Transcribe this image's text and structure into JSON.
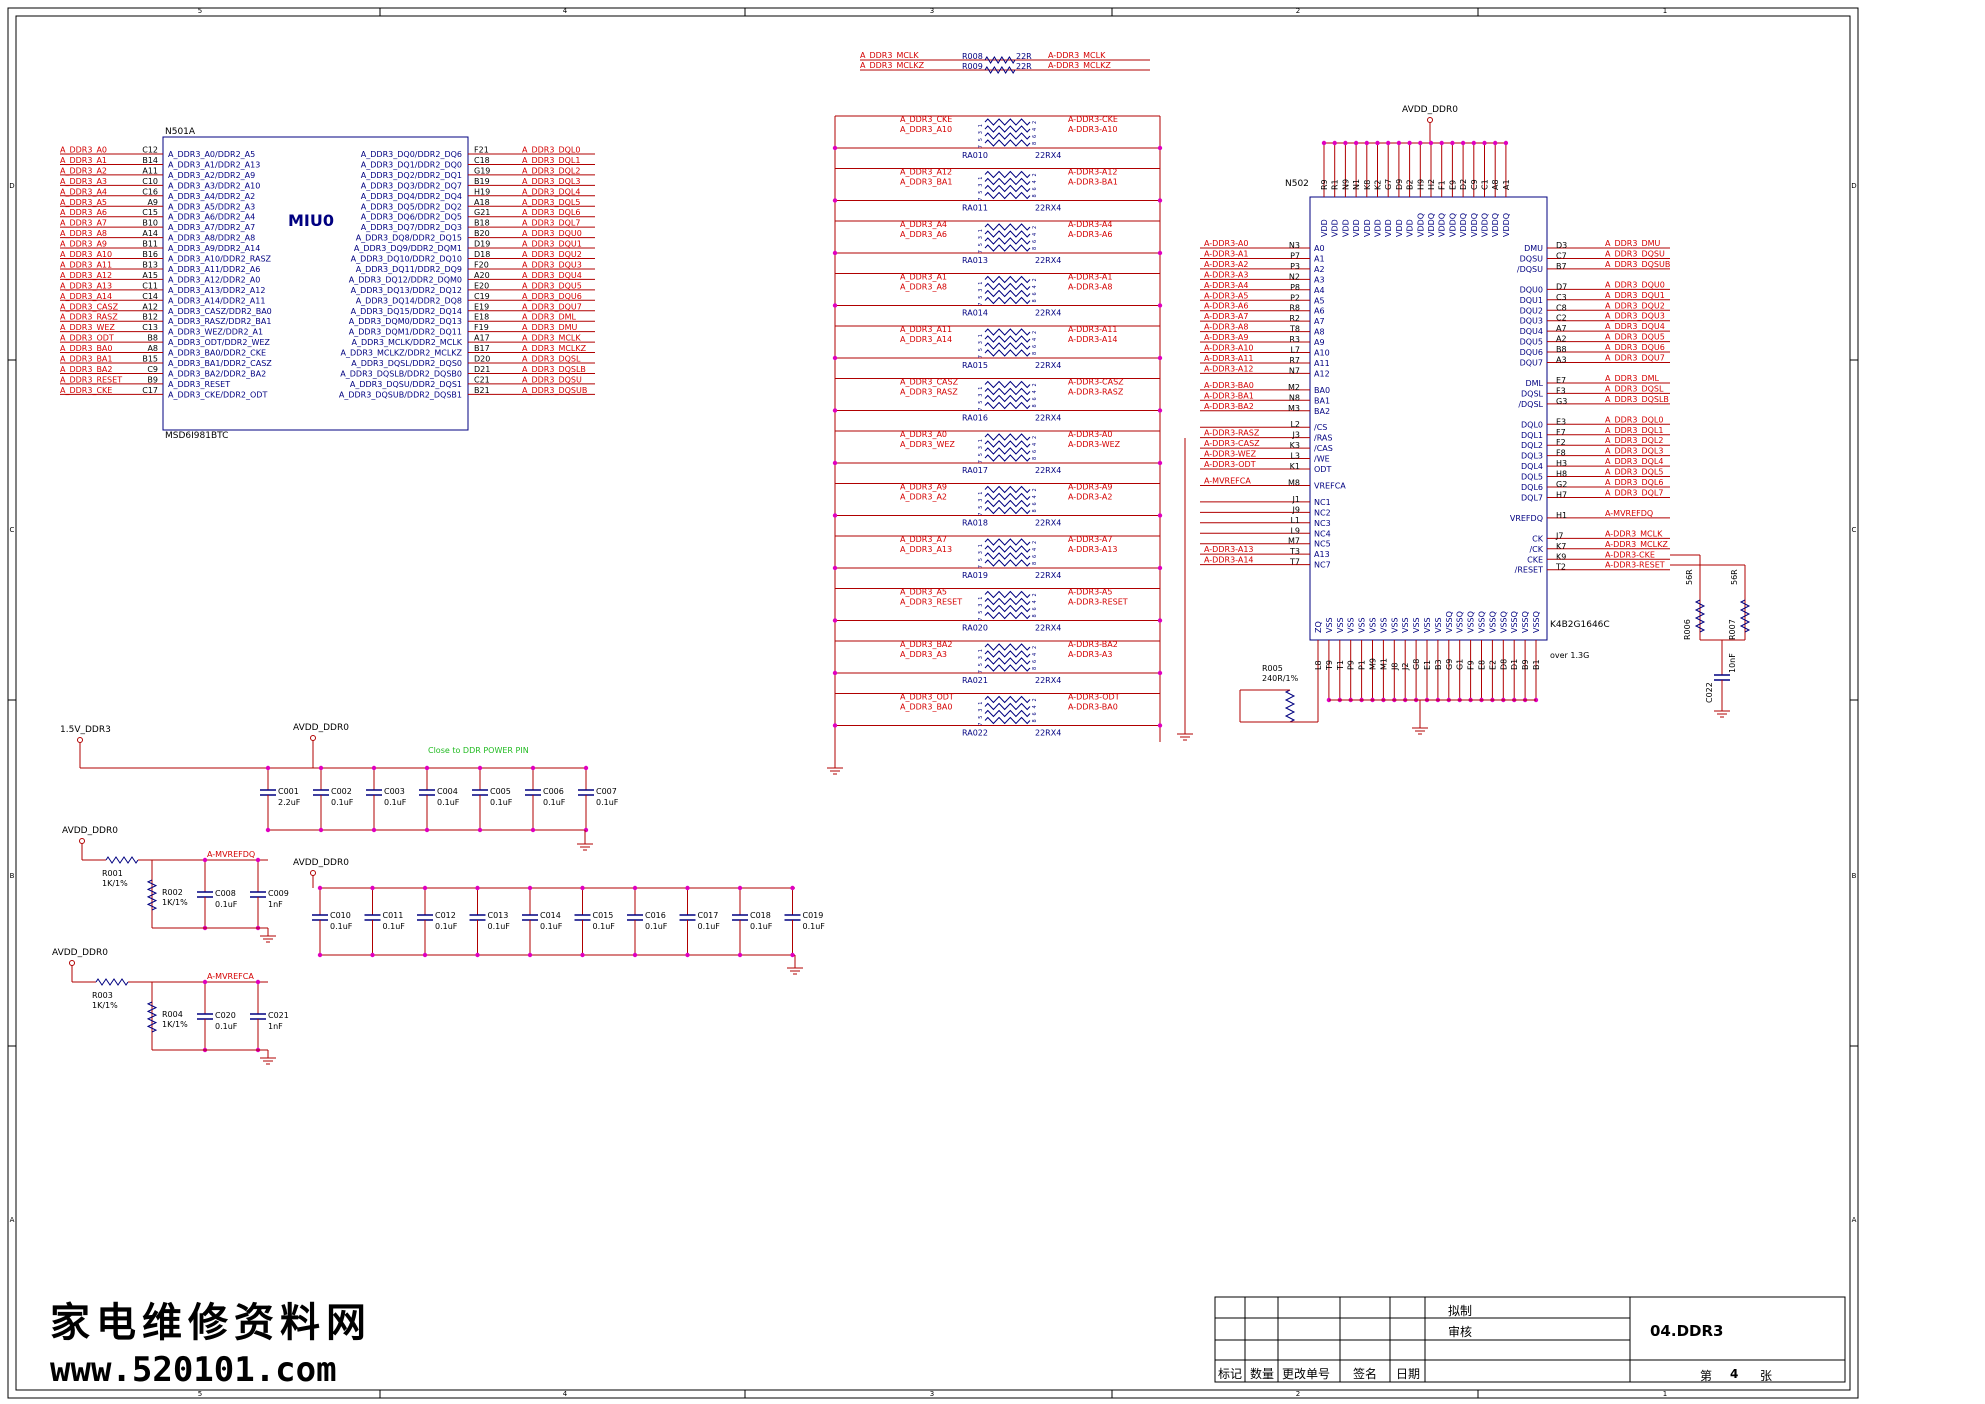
{
  "colors": {
    "net": "#d40000",
    "wire": "#b00000",
    "pin": "#000080",
    "dot": "#e000c0",
    "border": "#000000",
    "note": "#22bb22"
  },
  "border": {
    "cols": [
      "5",
      "4",
      "3",
      "2",
      "1"
    ],
    "rows": [
      "D",
      "C",
      "B",
      "A"
    ]
  },
  "n501": {
    "ref": "N501A",
    "part": "MSD6I981BTC",
    "title": "MIU0",
    "left": [
      {
        "net": "A_DDR3_A0",
        "ball": "C12",
        "pin": "A_DDR3_A0/DDR2_A5"
      },
      {
        "net": "A_DDR3_A1",
        "ball": "B14",
        "pin": "A_DDR3_A1/DDR2_A13"
      },
      {
        "net": "A_DDR3_A2",
        "ball": "A11",
        "pin": "A_DDR3_A2/DDR2_A9"
      },
      {
        "net": "A_DDR3_A3",
        "ball": "C10",
        "pin": "A_DDR3_A3/DDR2_A10"
      },
      {
        "net": "A_DDR3_A4",
        "ball": "C16",
        "pin": "A_DDR3_A4/DDR2_A2"
      },
      {
        "net": "A_DDR3_A5",
        "ball": "A9",
        "pin": "A_DDR3_A5/DDR2_A3"
      },
      {
        "net": "A_DDR3_A6",
        "ball": "C15",
        "pin": "A_DDR3_A6/DDR2_A4"
      },
      {
        "net": "A_DDR3_A7",
        "ball": "B10",
        "pin": "A_DDR3_A7/DDR2_A7"
      },
      {
        "net": "A_DDR3_A8",
        "ball": "A14",
        "pin": "A_DDR3_A8/DDR2_A8"
      },
      {
        "net": "A_DDR3_A9",
        "ball": "B11",
        "pin": "A_DDR3_A9/DDR2_A14"
      },
      {
        "net": "A_DDR3_A10",
        "ball": "B16",
        "pin": "A_DDR3_A10/DDR2_RASZ"
      },
      {
        "net": "A_DDR3_A11",
        "ball": "B13",
        "pin": "A_DDR3_A11/DDR2_A6"
      },
      {
        "net": "A_DDR3_A12",
        "ball": "A15",
        "pin": "A_DDR3_A12/DDR2_A0"
      },
      {
        "net": "A_DDR3_A13",
        "ball": "C11",
        "pin": "A_DDR3_A13/DDR2_A12"
      },
      {
        "net": "A_DDR3_A14",
        "ball": "C14",
        "pin": "A_DDR3_A14/DDR2_A11"
      },
      {
        "net": "A_DDR3_CASZ",
        "ball": "A12",
        "pin": "A_DDR3_CASZ/DDR2_BA0"
      },
      {
        "net": "A_DDR3_RASZ",
        "ball": "B12",
        "pin": "A_DDR3_RASZ/DDR2_BA1"
      },
      {
        "net": "A_DDR3_WEZ",
        "ball": "C13",
        "pin": "A_DDR3_WEZ/DDR2_A1"
      },
      {
        "net": "A_DDR3_ODT",
        "ball": "B8",
        "pin": "A_DDR3_ODT/DDR2_WEZ"
      },
      {
        "net": "A_DDR3_BA0",
        "ball": "A8",
        "pin": "A_DDR3_BA0/DDR2_CKE"
      },
      {
        "net": "A_DDR3_BA1",
        "ball": "B15",
        "pin": "A_DDR3_BA1/DDR2_CASZ"
      },
      {
        "net": "A_DDR3_BA2",
        "ball": "C9",
        "pin": "A_DDR3_BA2/DDR2_BA2"
      },
      {
        "net": "A_DDR3_RESET",
        "ball": "B9",
        "pin": "A_DDR3_RESET"
      },
      {
        "net": "A_DDR3_CKE",
        "ball": "C17",
        "pin": "A_DDR3_CKE/DDR2_ODT"
      }
    ],
    "right": [
      {
        "net": "A_DDR3_DQL0",
        "ball": "F21",
        "pin": "A_DDR3_DQ0/DDR2_DQ6"
      },
      {
        "net": "A_DDR3_DQL1",
        "ball": "C18",
        "pin": "A_DDR3_DQ1/DDR2_DQ0"
      },
      {
        "net": "A_DDR3_DQL2",
        "ball": "G19",
        "pin": "A_DDR3_DQ2/DDR2_DQ1"
      },
      {
        "net": "A_DDR3_DQL3",
        "ball": "B19",
        "pin": "A_DDR3_DQ3/DDR2_DQ7"
      },
      {
        "net": "A_DDR3_DQL4",
        "ball": "H19",
        "pin": "A_DDR3_DQ4/DDR2_DQ4"
      },
      {
        "net": "A_DDR3_DQL5",
        "ball": "A18",
        "pin": "A_DDR3_DQ5/DDR2_DQ2"
      },
      {
        "net": "A_DDR3_DQL6",
        "ball": "G21",
        "pin": "A_DDR3_DQ6/DDR2_DQ5"
      },
      {
        "net": "A_DDR3_DQL7",
        "ball": "B18",
        "pin": "A_DDR3_DQ7/DDR2_DQ3"
      },
      {
        "net": "A_DDR3_DQU0",
        "ball": "B20",
        "pin": "A_DDR3_DQ8/DDR2_DQ15"
      },
      {
        "net": "A_DDR3_DQU1",
        "ball": "D19",
        "pin": "A_DDR3_DQ9/DDR2_DQM1"
      },
      {
        "net": "A_DDR3_DQU2",
        "ball": "D18",
        "pin": "A_DDR3_DQ10/DDR2_DQ10"
      },
      {
        "net": "A_DDR3_DQU3",
        "ball": "F20",
        "pin": "A_DDR3_DQ11/DDR2_DQ9"
      },
      {
        "net": "A_DDR3_DQU4",
        "ball": "A20",
        "pin": "A_DDR3_DQ12/DDR2_DQM0"
      },
      {
        "net": "A_DDR3_DQU5",
        "ball": "E20",
        "pin": "A_DDR3_DQ13/DDR2_DQ12"
      },
      {
        "net": "A_DDR3_DQU6",
        "ball": "C19",
        "pin": "A_DDR3_DQ14/DDR2_DQ8"
      },
      {
        "net": "A_DDR3_DQU7",
        "ball": "E19",
        "pin": "A_DDR3_DQ15/DDR2_DQ14"
      },
      {
        "net": "A_DDR3_DML",
        "ball": "E18",
        "pin": "A_DDR3_DQM0/DDR2_DQ13"
      },
      {
        "net": "A_DDR3_DMU",
        "ball": "F19",
        "pin": "A_DDR3_DQM1/DDR2_DQ11"
      },
      {
        "net": "A_DDR3_MCLK",
        "ball": "A17",
        "pin": "A_DDR3_MCLK/DDR2_MCLK"
      },
      {
        "net": "A_DDR3_MCLKZ",
        "ball": "B17",
        "pin": "A_DDR3_MCLKZ/DDR2_MCLKZ"
      },
      {
        "net": "A_DDR3_DQSL",
        "ball": "D20",
        "pin": "A_DDR3_DQSL/DDR2_DQS0"
      },
      {
        "net": "A_DDR3_DQSLB",
        "ball": "D21",
        "pin": "A_DDR3_DQSLB/DDR2_DQSB0"
      },
      {
        "net": "A_DDR3_DQSU",
        "ball": "C21",
        "pin": "A_DDR3_DQSU/DDR2_DQS1"
      },
      {
        "net": "A_DDR3_DQSUB",
        "ball": "B21",
        "pin": "A_DDR3_DQSUB/DDR2_DQSB1"
      }
    ]
  },
  "clk": [
    {
      "inNet": "A_DDR3_MCLK",
      "ref": "R008",
      "val": "22R",
      "outNet": "A-DDR3_MCLK"
    },
    {
      "inNet": "A_DDR3_MCLKZ",
      "ref": "R009",
      "val": "22R",
      "outNet": "A-DDR3_MCLKZ"
    }
  ],
  "rpacks": [
    {
      "ref": "RA010",
      "val": "22RX4",
      "in": [
        "A_DDR3_CKE",
        "A_DDR3_A10"
      ],
      "out": [
        "A-DDR3-CKE",
        "A-DDR3-A10"
      ]
    },
    {
      "ref": "RA011",
      "val": "22RX4",
      "in": [
        "A_DDR3_A12",
        "A_DDR3_BA1"
      ],
      "out": [
        "A-DDR3-A12",
        "A-DDR3-BA1"
      ]
    },
    {
      "ref": "RA013",
      "val": "22RX4",
      "in": [
        "A_DDR3_A4",
        "A_DDR3_A6"
      ],
      "out": [
        "A-DDR3-A4",
        "A-DDR3-A6"
      ]
    },
    {
      "ref": "RA014",
      "val": "22RX4",
      "in": [
        "A_DDR3_A1",
        "A_DDR3_A8"
      ],
      "out": [
        "A-DDR3-A1",
        "A-DDR3-A8"
      ]
    },
    {
      "ref": "RA015",
      "val": "22RX4",
      "in": [
        "A_DDR3_A11",
        "A_DDR3_A14"
      ],
      "out": [
        "A-DDR3-A11",
        "A-DDR3-A14"
      ]
    },
    {
      "ref": "RA016",
      "val": "22RX4",
      "in": [
        "A_DDR3_CASZ",
        "A_DDR3_RASZ"
      ],
      "out": [
        "A-DDR3-CASZ",
        "A-DDR3-RASZ"
      ]
    },
    {
      "ref": "RA017",
      "val": "22RX4",
      "in": [
        "A_DDR3_A0",
        "A_DDR3_WEZ"
      ],
      "out": [
        "A-DDR3-A0",
        "A-DDR3-WEZ"
      ]
    },
    {
      "ref": "RA018",
      "val": "22RX4",
      "in": [
        "A_DDR3_A9",
        "A_DDR3_A2"
      ],
      "out": [
        "A-DDR3-A9",
        "A-DDR3-A2"
      ]
    },
    {
      "ref": "RA019",
      "val": "22RX4",
      "in": [
        "A_DDR3_A7",
        "A_DDR3_A13"
      ],
      "out": [
        "A-DDR3-A7",
        "A-DDR3-A13"
      ]
    },
    {
      "ref": "RA020",
      "val": "22RX4",
      "in": [
        "A_DDR3_A5",
        "A_DDR3_RESET"
      ],
      "out": [
        "A-DDR3-A5",
        "A-DDR3-RESET"
      ]
    },
    {
      "ref": "RA021",
      "val": "22RX4",
      "in": [
        "A_DDR3_BA2",
        "A_DDR3_A3"
      ],
      "out": [
        "A-DDR3-BA2",
        "A-DDR3-A3"
      ]
    },
    {
      "ref": "RA022",
      "val": "22RX4",
      "in": [
        "A_DDR3_ODT",
        "A_DDR3_BA0"
      ],
      "out": [
        "A-DDR3-ODT",
        "A-DDR3-BA0"
      ]
    }
  ],
  "n502": {
    "ref": "N502",
    "part": "K4B2G1646C",
    "note": "over 1.3G",
    "supply": "AVDD_DDR0",
    "topBalls": [
      "R9",
      "R1",
      "N9",
      "N1",
      "K8",
      "K2",
      "G7",
      "D9",
      "B2",
      "H9",
      "H2",
      "F1",
      "E9",
      "D2",
      "C9",
      "C1",
      "A8",
      "A1"
    ],
    "topPins": [
      "VDD",
      "VDD",
      "VDD",
      "VDD",
      "VDD",
      "VDD",
      "VDD",
      "VDD",
      "VDD",
      "VDDQ",
      "VDDQ",
      "VDDQ",
      "VDDQ",
      "VDDQ",
      "VDDQ",
      "VDDQ",
      "VDDQ",
      "VDDQ"
    ],
    "botBalls": [
      "L8",
      "T9",
      "T1",
      "P9",
      "P1",
      "M9",
      "M1",
      "J8",
      "J2",
      "G8",
      "E1",
      "B3",
      "G9",
      "G1",
      "F9",
      "E8",
      "E2",
      "D8",
      "D1",
      "B9",
      "B1"
    ],
    "botPins": [
      "ZQ",
      "VSS",
      "VSS",
      "VSS",
      "VSS",
      "VSS",
      "VSS",
      "VSS",
      "VSS",
      "VSS",
      "VSS",
      "VSS",
      "VSSQ",
      "VSSQ",
      "VSSQ",
      "VSSQ",
      "VSSQ",
      "VSSQ",
      "VSSQ",
      "VSSQ",
      "VSSQ"
    ],
    "left": [
      {
        "net": "A-DDR3-A0",
        "ball": "N3",
        "pin": "A0"
      },
      {
        "net": "A-DDR3-A1",
        "ball": "P7",
        "pin": "A1"
      },
      {
        "net": "A-DDR3-A2",
        "ball": "P3",
        "pin": "A2"
      },
      {
        "net": "A-DDR3-A3",
        "ball": "N2",
        "pin": "A3"
      },
      {
        "net": "A-DDR3-A4",
        "ball": "P8",
        "pin": "A4"
      },
      {
        "net": "A-DDR3-A5",
        "ball": "P2",
        "pin": "A5"
      },
      {
        "net": "A-DDR3-A6",
        "ball": "R8",
        "pin": "A6"
      },
      {
        "net": "A-DDR3-A7",
        "ball": "R2",
        "pin": "A7"
      },
      {
        "net": "A-DDR3-A8",
        "ball": "T8",
        "pin": "A8"
      },
      {
        "net": "A-DDR3-A9",
        "ball": "R3",
        "pin": "A9"
      },
      {
        "net": "A-DDR3-A10",
        "ball": "L7",
        "pin": "A10"
      },
      {
        "net": "A-DDR3-A11",
        "ball": "R7",
        "pin": "A11"
      },
      {
        "net": "A-DDR3-A12",
        "ball": "N7",
        "pin": "A12"
      },
      {
        "net": "A-DDR3-BA0",
        "ball": "M2",
        "pin": "BA0",
        "gap": true
      },
      {
        "net": "A-DDR3-BA1",
        "ball": "N8",
        "pin": "BA1"
      },
      {
        "net": "A-DDR3-BA2",
        "ball": "M3",
        "pin": "BA2"
      },
      {
        "net": "",
        "ball": "L2",
        "pin": "/CS",
        "gap": true
      },
      {
        "net": "A-DDR3-RASZ",
        "ball": "J3",
        "pin": "/RAS"
      },
      {
        "net": "A-DDR3-CASZ",
        "ball": "K3",
        "pin": "/CAS"
      },
      {
        "net": "A-DDR3-WEZ",
        "ball": "L3",
        "pin": "/WE"
      },
      {
        "net": "A-DDR3-ODT",
        "ball": "K1",
        "pin": "ODT"
      },
      {
        "net": "A-MVREFCA",
        "ball": "M8",
        "pin": "VREFCA",
        "gap": true
      },
      {
        "net": "",
        "ball": "J1",
        "pin": "NC1",
        "gap": true
      },
      {
        "net": "",
        "ball": "J9",
        "pin": "NC2"
      },
      {
        "net": "",
        "ball": "L1",
        "pin": "NC3"
      },
      {
        "net": "",
        "ball": "L9",
        "pin": "NC4"
      },
      {
        "net": "",
        "ball": "M7",
        "pin": "NC5"
      },
      {
        "net": "A-DDR3-A13",
        "ball": "T3",
        "pin": "A13"
      },
      {
        "net": "A-DDR3-A14",
        "ball": "T7",
        "pin": "NC7"
      }
    ],
    "right": [
      {
        "net": "A_DDR3_DMU",
        "ball": "D3",
        "pin": "DMU"
      },
      {
        "net": "A_DDR3_DQSU",
        "ball": "C7",
        "pin": "DQSU"
      },
      {
        "net": "A_DDR3_DQSUB",
        "ball": "B7",
        "pin": "/DQSU"
      },
      {
        "net": "A_DDR3_DQU0",
        "ball": "D7",
        "pin": "DQU0",
        "gap": true
      },
      {
        "net": "A_DDR3_DQU1",
        "ball": "C3",
        "pin": "DQU1"
      },
      {
        "net": "A_DDR3_DQU2",
        "ball": "C8",
        "pin": "DQU2"
      },
      {
        "net": "A_DDR3_DQU3",
        "ball": "C2",
        "pin": "DQU3"
      },
      {
        "net": "A_DDR3_DQU4",
        "ball": "A7",
        "pin": "DQU4"
      },
      {
        "net": "A_DDR3_DQU5",
        "ball": "A2",
        "pin": "DQU5"
      },
      {
        "net": "A_DDR3_DQU6",
        "ball": "B8",
        "pin": "DQU6"
      },
      {
        "net": "A_DDR3_DQU7",
        "ball": "A3",
        "pin": "DQU7"
      },
      {
        "net": "A_DDR3_DML",
        "ball": "E7",
        "pin": "DML",
        "gap": true
      },
      {
        "net": "A_DDR3_DQSL",
        "ball": "F3",
        "pin": "DQSL"
      },
      {
        "net": "A_DDR3_DQSLB",
        "ball": "G3",
        "pin": "/DQSL"
      },
      {
        "net": "A_DDR3_DQL0",
        "ball": "E3",
        "pin": "DQL0",
        "gap": true
      },
      {
        "net": "A_DDR3_DQL1",
        "ball": "F7",
        "pin": "DQL1"
      },
      {
        "net": "A_DDR3_DQL2",
        "ball": "F2",
        "pin": "DQL2"
      },
      {
        "net": "A_DDR3_DQL3",
        "ball": "F8",
        "pin": "DQL3"
      },
      {
        "net": "A_DDR3_DQL4",
        "ball": "H3",
        "pin": "DQL4"
      },
      {
        "net": "A_DDR3_DQL5",
        "ball": "H8",
        "pin": "DQL5"
      },
      {
        "net": "A_DDR3_DQL6",
        "ball": "G2",
        "pin": "DQL6"
      },
      {
        "net": "A_DDR3_DQL7",
        "ball": "H7",
        "pin": "DQL7"
      },
      {
        "net": "A-MVREFDQ",
        "ball": "H1",
        "pin": "VREFDQ",
        "gap": true
      },
      {
        "net": "A-DDR3_MCLK",
        "ball": "J7",
        "pin": "CK",
        "gap": true
      },
      {
        "net": "A-DDR3_MCLKZ",
        "ball": "K7",
        "pin": "/CK"
      },
      {
        "net": "A-DDR3-CKE",
        "ball": "K9",
        "pin": "CKE"
      },
      {
        "net": "A-DDR3-RESET",
        "ball": "T2",
        "pin": "/RESET"
      }
    ],
    "zq": {
      "ref": "R005",
      "val": "240R/1%"
    },
    "term": [
      {
        "ref": "R006",
        "val": "56R"
      },
      {
        "ref": "R007",
        "val": "56R"
      }
    ],
    "termCap": {
      "ref": "C022",
      "val": "10nF"
    }
  },
  "decouple": {
    "rail1": "1.5V_DDR3",
    "rail2": "AVDD_DDR0",
    "note": "Close to DDR POWER PIN",
    "row1": [
      {
        "ref": "C001",
        "val": "2.2uF"
      },
      {
        "ref": "C002",
        "val": "0.1uF"
      },
      {
        "ref": "C003",
        "val": "0.1uF"
      },
      {
        "ref": "C004",
        "val": "0.1uF"
      },
      {
        "ref": "C005",
        "val": "0.1uF"
      },
      {
        "ref": "C006",
        "val": "0.1uF"
      },
      {
        "ref": "C007",
        "val": "0.1uF"
      }
    ],
    "rail3": "AVDD_DDR0",
    "row2": [
      {
        "ref": "C010",
        "val": "0.1uF"
      },
      {
        "ref": "C011",
        "val": "0.1uF"
      },
      {
        "ref": "C012",
        "val": "0.1uF"
      },
      {
        "ref": "C013",
        "val": "0.1uF"
      },
      {
        "ref": "C014",
        "val": "0.1uF"
      },
      {
        "ref": "C015",
        "val": "0.1uF"
      },
      {
        "ref": "C016",
        "val": "0.1uF"
      },
      {
        "ref": "C017",
        "val": "0.1uF"
      },
      {
        "ref": "C018",
        "val": "0.1uF"
      },
      {
        "ref": "C019",
        "val": "0.1uF"
      }
    ]
  },
  "vref": [
    {
      "rail": "AVDD_DDR0",
      "net": "A-MVREFDQ",
      "r1": {
        "ref": "R001",
        "val": "1K/1%"
      },
      "r2": {
        "ref": "R002",
        "val": "1K/1%"
      },
      "c1": {
        "ref": "C008",
        "val": "0.1uF"
      },
      "c2": {
        "ref": "C009",
        "val": "1nF"
      }
    },
    {
      "rail": "AVDD_DDR0",
      "net": "A-MVREFCA",
      "r1": {
        "ref": "R003",
        "val": "1K/1%"
      },
      "r2": {
        "ref": "R004",
        "val": "1K/1%"
      },
      "c1": {
        "ref": "C020",
        "val": "0.1uF"
      },
      "c2": {
        "ref": "C021",
        "val": "1nF"
      }
    }
  ],
  "titleblock": {
    "drawn": "拟制",
    "check": "审核",
    "title": "04.DDR3",
    "cols": [
      "标记",
      "数量",
      "更改单号",
      "签名",
      "日期"
    ],
    "sheet_pre": "第",
    "sheet_no": "4",
    "sheet_post": "张"
  },
  "watermark": {
    "cn": "家电维修资料网",
    "url": "www.520101.com"
  }
}
